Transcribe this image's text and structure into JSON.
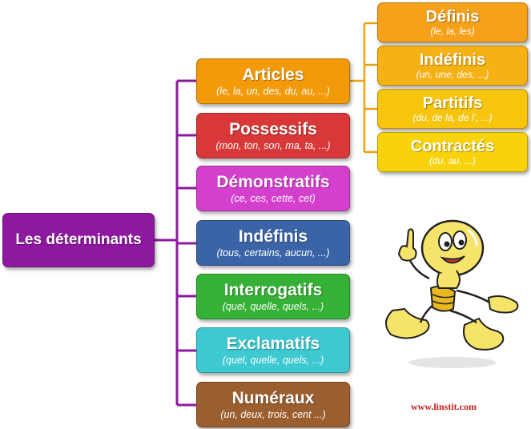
{
  "root": {
    "label": "Les déterminants",
    "color": "#8e18a0"
  },
  "categories": [
    {
      "title": "Articles",
      "examples": "(le, la, un, des, du, au, ...)",
      "color": "#f39a0a"
    },
    {
      "title": "Possessifs",
      "examples": "(mon, ton, son, ma, ta, ...)",
      "color": "#d93838"
    },
    {
      "title": "Démonstratifs",
      "examples": "(ce, ces, cette, cet)",
      "color": "#d53fcd"
    },
    {
      "title": "Indéfinis",
      "examples": "(tous, certains, aucun, ...)",
      "color": "#3b64a7"
    },
    {
      "title": "Interrogatifs",
      "examples": "(quel, quelle, quels, ...)",
      "color": "#35b135"
    },
    {
      "title": "Exclamatifs",
      "examples": "(quel, quelle, quels, ...)",
      "color": "#3ec8d1"
    },
    {
      "title": "Numéraux",
      "examples": "(un, deux, trois, cent ...)",
      "color": "#9b5e2f"
    }
  ],
  "articles_subtypes": [
    {
      "title": "Définis",
      "examples": "(le, la, les)",
      "color": "#f5a11a"
    },
    {
      "title": "Indéfinis",
      "examples": "(un, une, des, ...)",
      "color": "#f6b214"
    },
    {
      "title": "Partitifs",
      "examples": "(du, de la, de l', ...)",
      "color": "#f7c40e"
    },
    {
      "title": "Contractés",
      "examples": "(du, au, ...)",
      "color": "#f8d30c"
    }
  ],
  "connector_colors": {
    "main": "#8e18a0",
    "articles": "#f0a010"
  },
  "watermark": "www.linstit.com"
}
